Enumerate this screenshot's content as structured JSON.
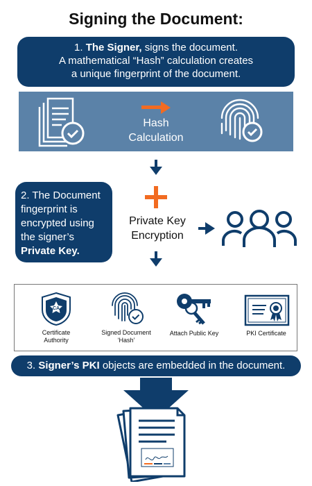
{
  "title": "Signing the Document:",
  "step1": {
    "number": "1.",
    "bold": "The Signer,",
    "line1_rest": "signs the document.",
    "line2": "A mathematical “Hash” calculation creates",
    "line3": "a unique fingerprint of the document."
  },
  "hash_label": {
    "line1": "Hash",
    "line2": "Calculation"
  },
  "step2": {
    "text": "2. The Document fingerprint is encrypted using the signer’s",
    "bold": "Private Key."
  },
  "pki_label": {
    "line1": "Private Key",
    "line2": "Encryption"
  },
  "objects": [
    {
      "line1": "Certificate",
      "line2": "Authority",
      "icon": "ca-badge-icon"
    },
    {
      "line1": "Signed Document",
      "line2": "‘Hash’",
      "icon": "fingerprint-check-icon"
    },
    {
      "line1": "Attach Public Key",
      "line2": "",
      "icon": "keys-icon"
    },
    {
      "line1": "PKI Certificate",
      "line2": "",
      "icon": "certificate-icon"
    }
  ],
  "step3": {
    "number": "3.",
    "bold": "Signer’s PKI",
    "rest": "objects are embedded in the document."
  },
  "ca_badge_text": "CA",
  "colors": {
    "navy": "#0f3d6b",
    "steel": "#5b82a8",
    "orange": "#f26b21"
  }
}
